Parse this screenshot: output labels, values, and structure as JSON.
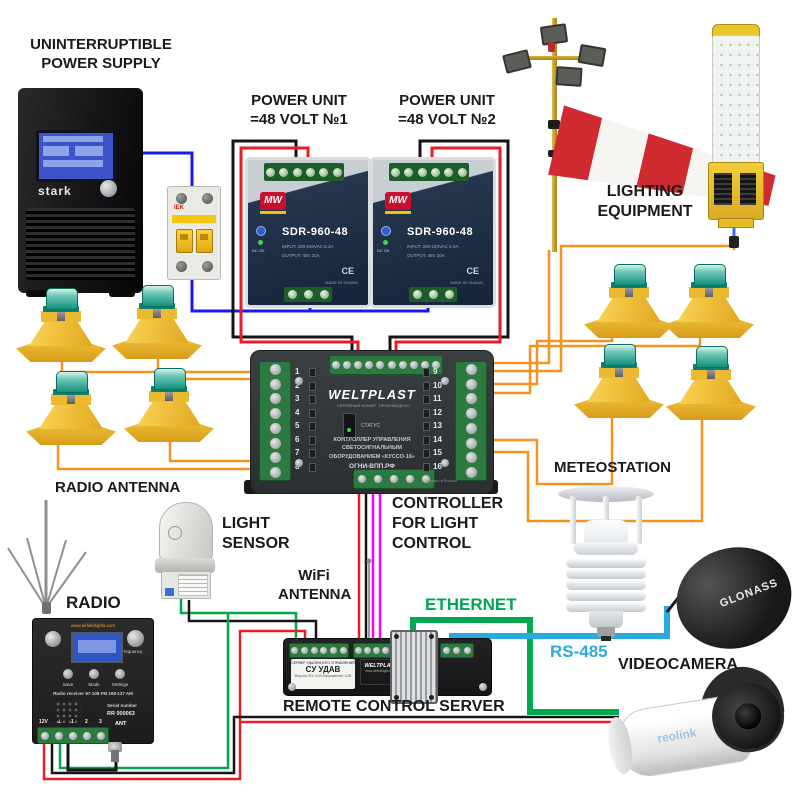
{
  "colors": {
    "wire_orange": "#f6921e",
    "wire_blue": "#1a1af0",
    "wire_red": "#ed1c24",
    "wire_black": "#141414",
    "wire_magenta": "#ff00ff",
    "wire_green": "#00a94f",
    "wire_cyan": "#29abe2",
    "label_green": "#00a651",
    "label_cyan": "#29abe2",
    "pole_gold": "#c9a227"
  },
  "labels": {
    "ups": "UNINTERRUPTIBLE\nPOWER SUPPLY",
    "pu1": "POWER UNIT\n=48 VOLT №1",
    "pu2": "POWER UNIT\n=48 VOLT №2",
    "lighting": "LIGHTING\nEQUIPMENT",
    "radio_antenna": "RADIO ANTENNA",
    "light_sensor": "LIGHT\nSENSOR",
    "wifi_antenna": "WiFi\nANTENNA",
    "radio": "RADIO",
    "controller": "CONTROLLER\nFOR LIGHT\nCONTROL",
    "ethernet": "ETHERNET",
    "rs485": "RS-485",
    "meteostation": "METEOSTATION",
    "videocamera": "VIDEOCAMERA",
    "remote_server": "REMOTE CONTROL SERVER"
  },
  "devices": {
    "ups": {
      "brand": "stark"
    },
    "breaker": {
      "brand": "IEK"
    },
    "power_unit": {
      "brand": "MW",
      "model": "SDR-960-48",
      "input": "INPUT: 200-240VAC 6.3A",
      "output": "OUTPUT: 48V  20A",
      "cert": "CE",
      "made": "MADE IN TAIWAN",
      "dc_ok": "DC OK"
    },
    "controller": {
      "brand": "WELTPLAST",
      "serial_line": "СЕРИЙНЫЙ НОМЕР",
      "produced_line": "ПРОИЗВЕДЕНО",
      "status": "СТАТУС",
      "desc": "КОНТРОЛЛЕР УПРАВЛЕНИЯ\nСВЕТОСИГНАЛЬНЫМ\nОБОРУДОВАНИЕМ «КУССО-16»",
      "site": "ОГНИ-ВПП.РФ",
      "made": "Сделано в России",
      "channels_left": [
        "1",
        "2",
        "3",
        "4",
        "5",
        "6",
        "7",
        "8"
      ],
      "channels_right": [
        "9",
        "10",
        "11",
        "12",
        "13",
        "14",
        "15",
        "16"
      ]
    },
    "radio": {
      "site": "www.airfieldlights.com",
      "freq_label": "Frequency",
      "buttons": [
        "Save",
        "Mode",
        "Settings"
      ],
      "receiver": "Radio receiver 87-108 FM  108-137 AM",
      "serial_label": "Serial number",
      "serial": "RR 000063",
      "terminals": [
        "12V",
        "⊥",
        "1",
        "2",
        "3"
      ],
      "ant": "ANT"
    },
    "server": {
      "label_top": "СЕРВЕР УДАЛЕННОГО УПРАВЛЕНИЯ",
      "model": "СУ УДАВ",
      "brand": "WELTPLAST",
      "lines": "Версия ПО: 3.00  Напряжение: 12В"
    },
    "camera": {
      "brand": "reolink"
    },
    "glonass": {
      "label": "GLONASS"
    }
  }
}
